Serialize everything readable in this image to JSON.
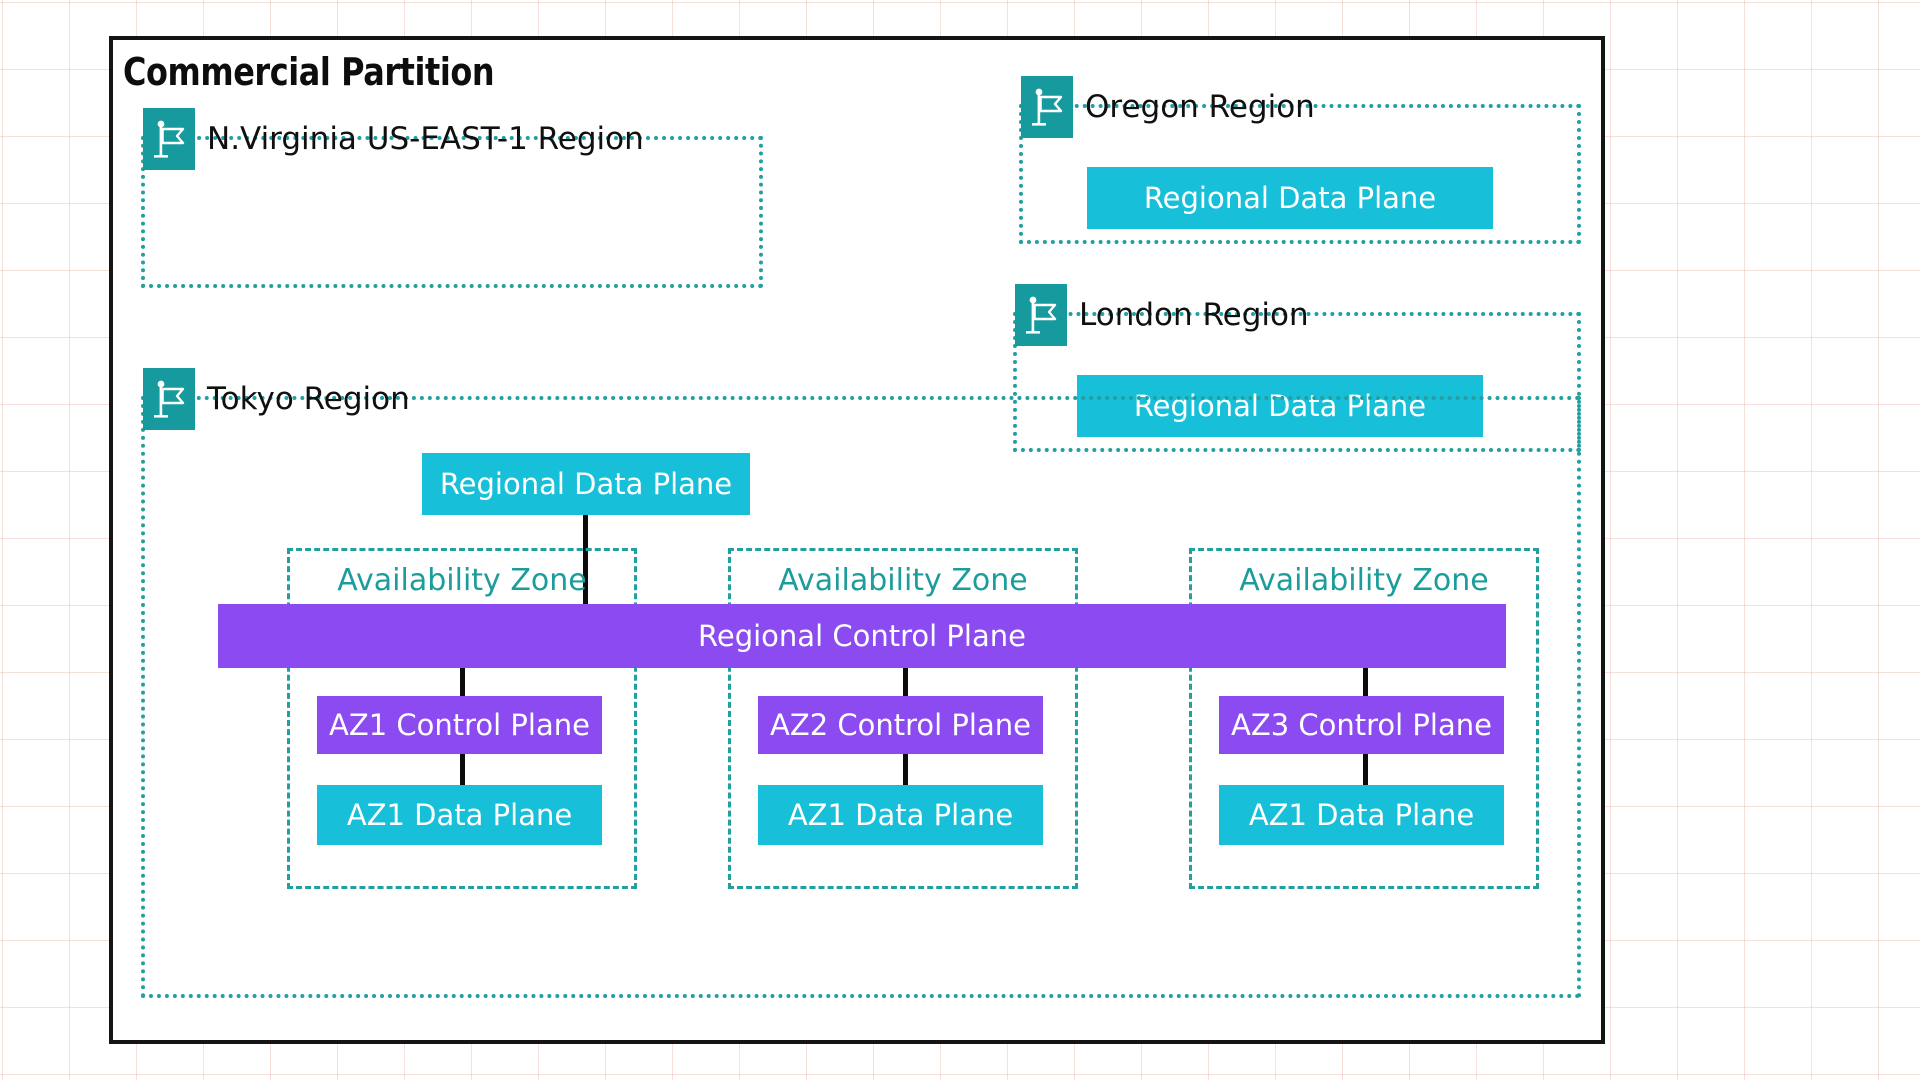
{
  "partition": {
    "title": "Commercial Partition"
  },
  "icons": {
    "region_flag": "flag-icon"
  },
  "colors": {
    "data_plane": "#18bfd9",
    "control_plane": "#8b4bf0",
    "region_border": "#22a0a0",
    "flag_badge": "#179a9e",
    "az_label": "#1d9c9c",
    "panel_border": "#141414",
    "grid": "#e9baaf"
  },
  "regions": [
    {
      "id": "n-virginia",
      "name": "N.Virginia US-EAST-1  Region",
      "boxes": []
    },
    {
      "id": "oregon",
      "name": "Oregon Region",
      "boxes": [
        {
          "label": "Regional Data Plane",
          "kind": "data"
        }
      ]
    },
    {
      "id": "london",
      "name": "London Region",
      "boxes": [
        {
          "label": "Regional Data Plane",
          "kind": "data"
        }
      ]
    },
    {
      "id": "tokyo",
      "name": "Tokyo Region",
      "regional_data_plane": {
        "label": "Regional Data Plane",
        "kind": "data"
      },
      "regional_control_plane": {
        "label": "Regional Control Plane",
        "kind": "control"
      },
      "availability_zones": [
        {
          "title": "Availability Zone",
          "control_plane": {
            "label": "AZ1 Control Plane",
            "kind": "control"
          },
          "data_plane": {
            "label": "AZ1 Data Plane",
            "kind": "data"
          }
        },
        {
          "title": "Availability Zone",
          "control_plane": {
            "label": "AZ2 Control Plane",
            "kind": "control"
          },
          "data_plane": {
            "label": "AZ1 Data Plane",
            "kind": "data"
          }
        },
        {
          "title": "Availability Zone",
          "control_plane": {
            "label": "AZ3 Control Plane",
            "kind": "control"
          },
          "data_plane": {
            "label": "AZ1 Data Plane",
            "kind": "data"
          }
        }
      ]
    }
  ]
}
